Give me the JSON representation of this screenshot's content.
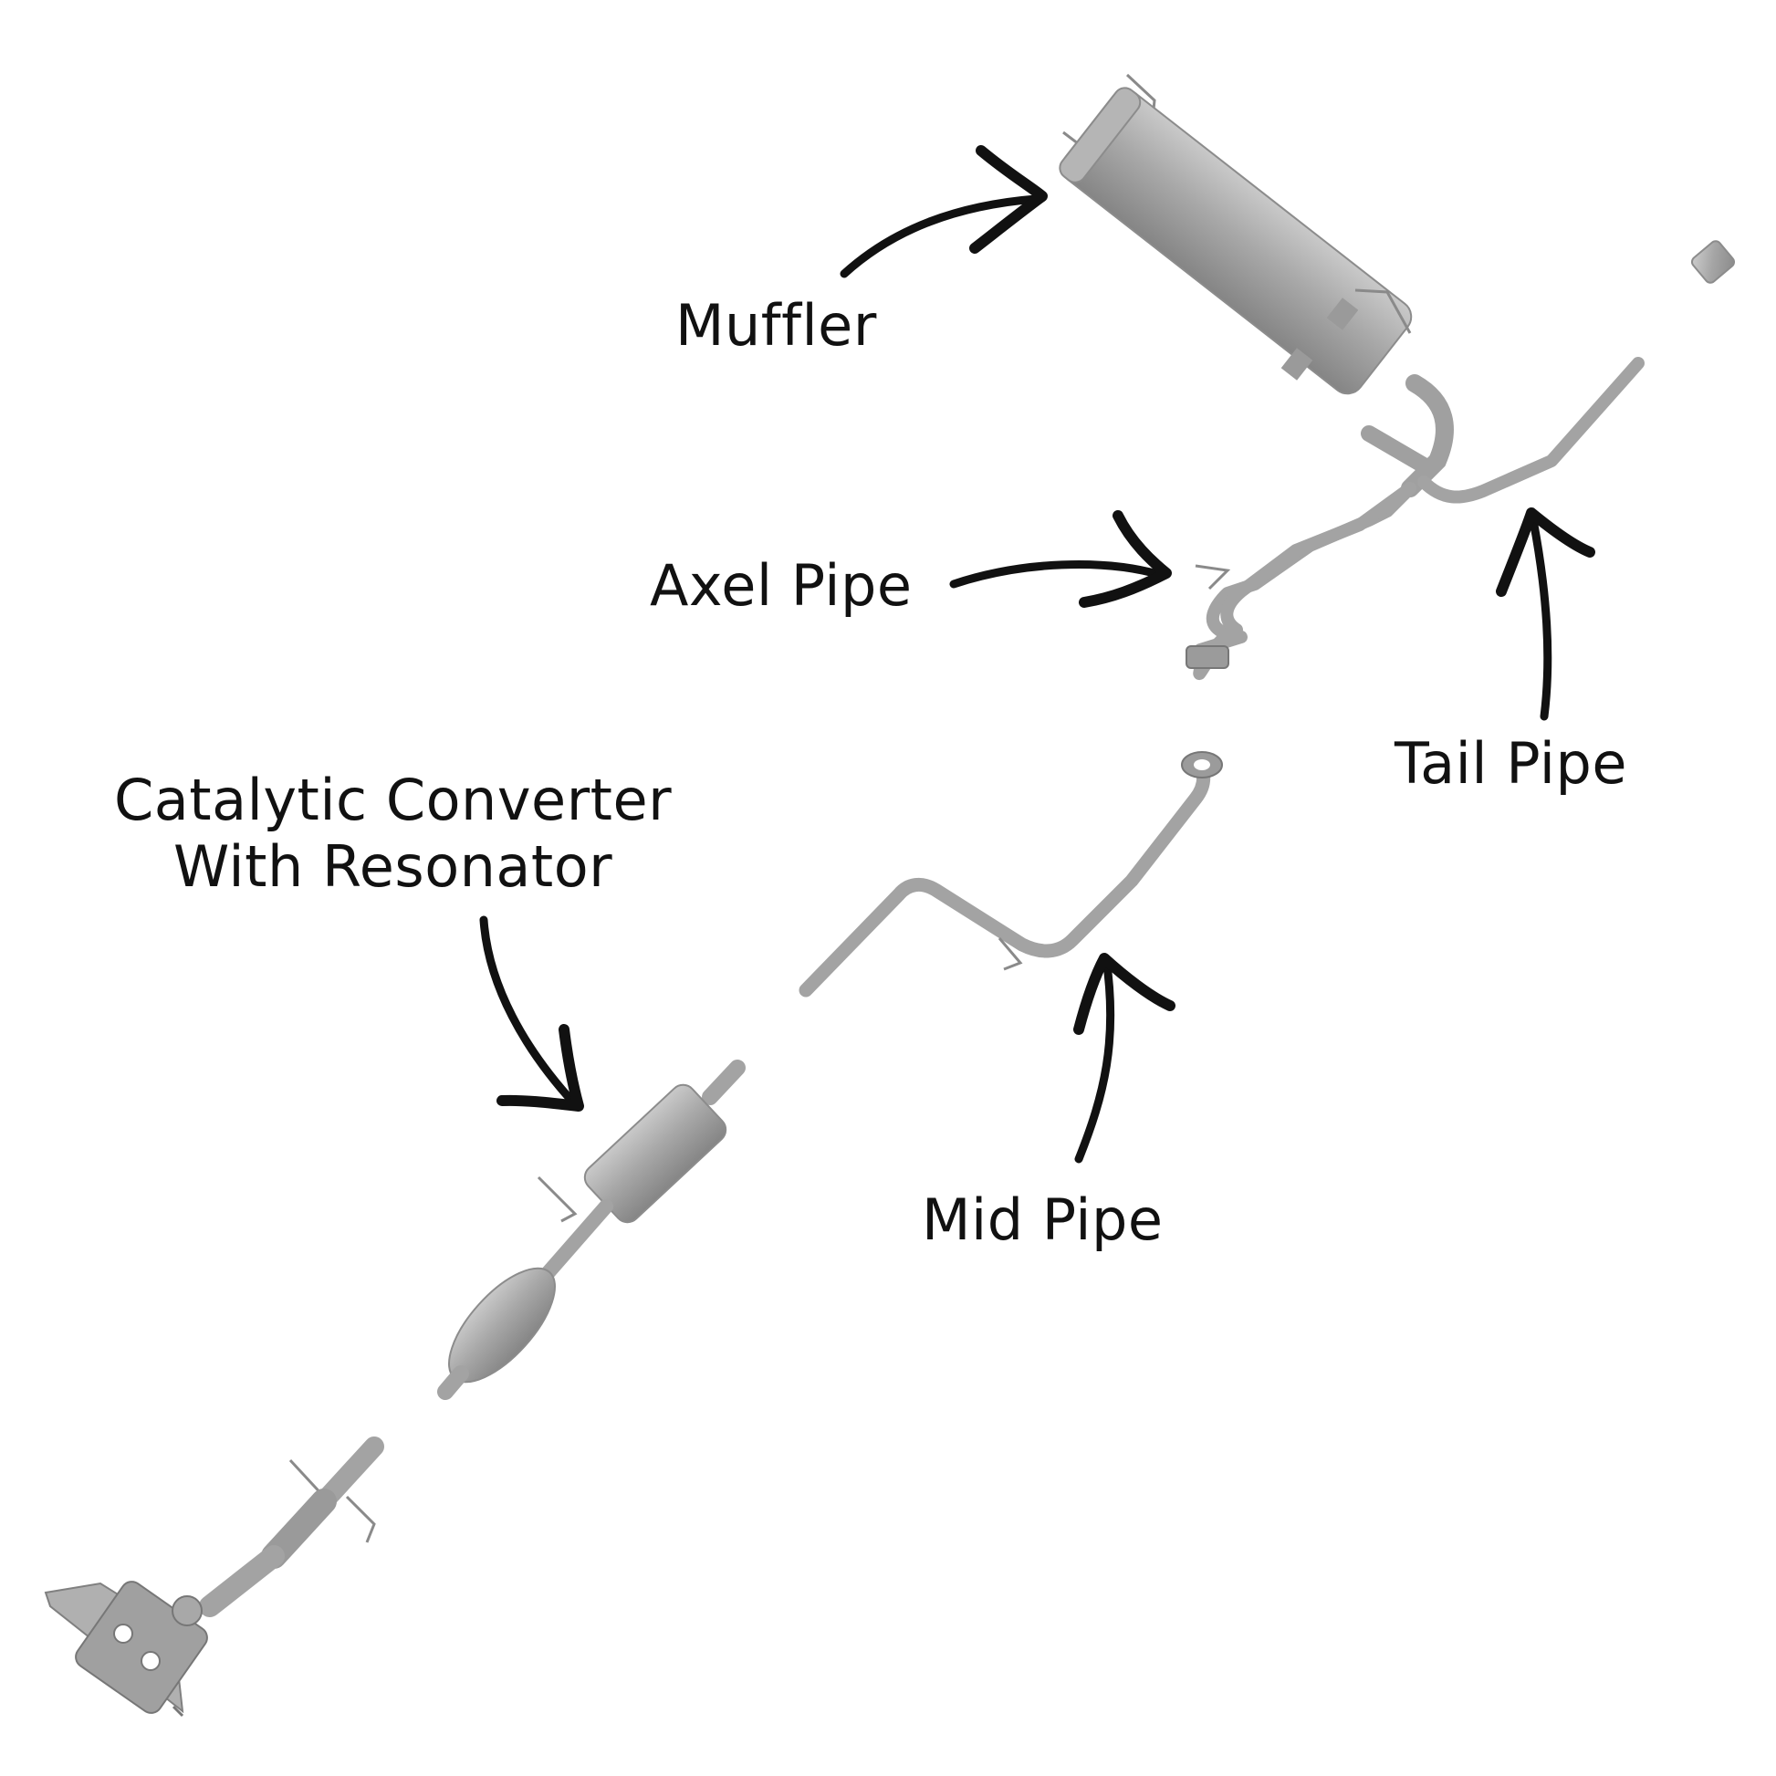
{
  "labels": {
    "muffler": "Muffler",
    "axel_pipe": "Axel Pipe",
    "tail_pipe": "Tail Pipe",
    "catalytic_line1": "Catalytic Converter",
    "catalytic_line2": "With Resonator",
    "mid_pipe": "Mid Pipe"
  },
  "colors": {
    "background": "#ffffff",
    "text": "#111111",
    "arrow": "#111111",
    "pipe": "#a3a3a3",
    "pipe_dark": "#7a7a7a",
    "pipe_light": "#c8c8c8"
  }
}
